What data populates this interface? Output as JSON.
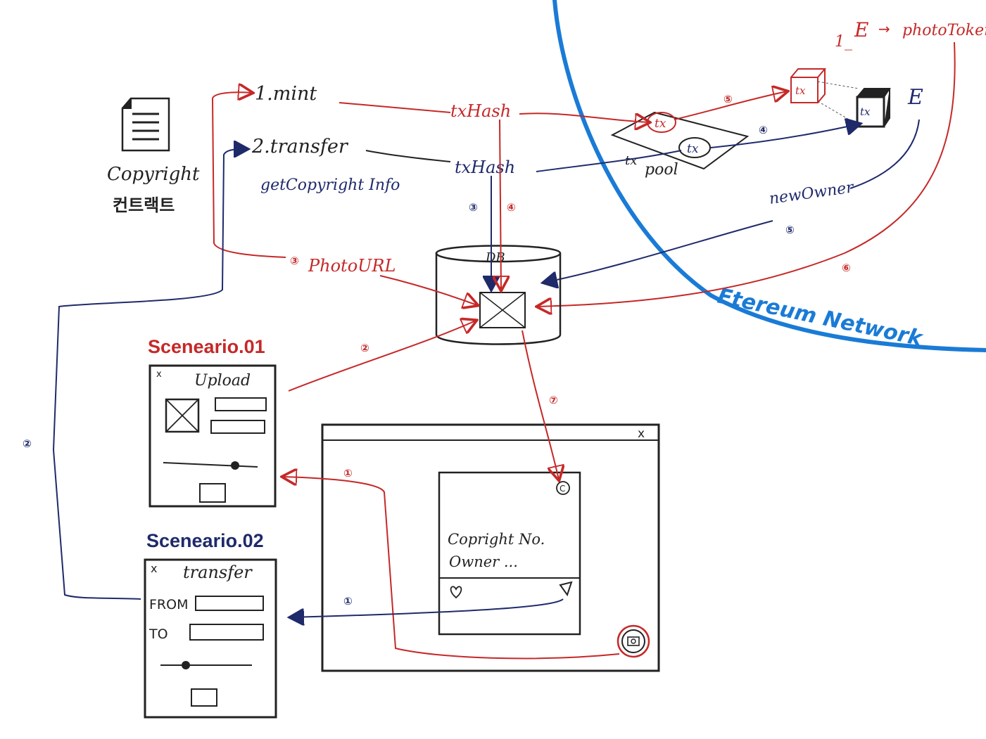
{
  "contract": {
    "icon": "document-icon",
    "label_line1": "Copyright",
    "label_line2": "컨트랙트"
  },
  "functions": {
    "mint": "1.mint",
    "transfer": "2.transfer",
    "get_info": "getCopyright Info",
    "photo_url": "PhotoURL"
  },
  "tx": {
    "hash_mint": "txHash",
    "hash_transfer": "txHash",
    "box_mint": "tx",
    "box_transfer": "tx",
    "block_red": "tx",
    "block_navy": "tx",
    "pool_label": "pool",
    "pool_prefix": "tx"
  },
  "db": {
    "label": "DB"
  },
  "network": {
    "label": "Etereum Network",
    "node": "E",
    "new_owner": "newOwner",
    "token_note_prefix": "1_",
    "token_note_node": "E",
    "token_note_arrow": "→",
    "token_note_target": "photoToken"
  },
  "scenario1": {
    "title": "Sceneario.01",
    "window_close": "x",
    "window_title": "Upload"
  },
  "scenario2": {
    "title": "Sceneario.02",
    "window_close": "x",
    "window_title": "transfer",
    "from_label": "FROM",
    "to_label": "TO"
  },
  "main_window": {
    "close": "x",
    "card_copyright": "Copright No.",
    "card_owner": "Owner ...",
    "copyright_symbol": "C"
  },
  "steps": {
    "red_1_upload": "①",
    "red_2_db": "②",
    "red_3_url": "③",
    "red_4_hash": "④",
    "red_5_block": "⑤",
    "red_6_token": "⑥",
    "red_7_display": "⑦",
    "navy_1_transfer": "①",
    "navy_2_call": "②",
    "navy_3_hash": "③",
    "navy_4_block": "④",
    "navy_5_owner": "⑤"
  },
  "colors": {
    "red": "#c62828",
    "navy": "#1f2a6b",
    "network_blue": "#1a7bd6",
    "ink": "#222222"
  }
}
